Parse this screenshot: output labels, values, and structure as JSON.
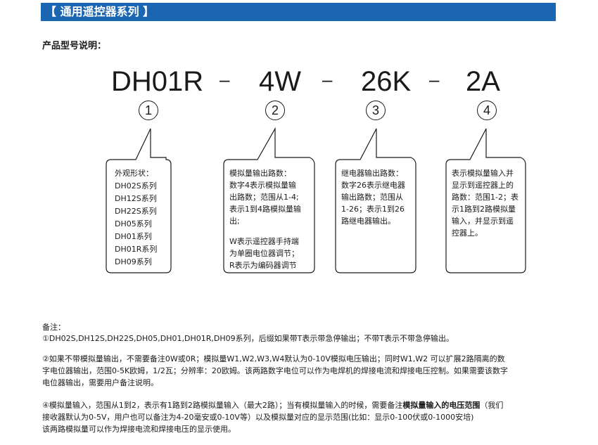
{
  "banner": {
    "title": "【 通用遥控器系列 】"
  },
  "subtitle": "产品型号说明：",
  "model": {
    "parts": [
      "DH01R",
      "4W",
      "26K",
      "2A"
    ],
    "separator": "–",
    "markers": [
      "①",
      "②",
      "③",
      "④"
    ]
  },
  "boxes": [
    {
      "lines": [
        "外观形状：",
        "DH02S系列",
        "DH12S系列",
        "DH22S系列",
        "DH05系列",
        "DH01系列",
        "DH01R系列",
        "DH09系列"
      ]
    },
    {
      "lines": [
        "模拟量输出路数：",
        "数字4表示模拟量输",
        "出路数；范围从1-4;",
        "表示1到4路模拟量输",
        "出;"
      ],
      "lines2": [
        "W表示遥控器手持端",
        "为单圈电位器调节；",
        "R表示为编码器调节"
      ]
    },
    {
      "lines": [
        "继电器输出路数：",
        "数字26表示继电器",
        "输出路数；范围从",
        "1-26；表示1到26",
        "路继电器输出。"
      ]
    },
    {
      "lines": [
        "表示模拟量输入并",
        "显示到遥控器上的",
        "路数：范围1-2；表",
        "示1路到2路模拟量",
        "输入，并显示到遥",
        "控器上。"
      ]
    }
  ],
  "notes": {
    "label": "备注：",
    "n1": "①DH02S,DH12S,DH22S,DH05,DH01,DH01R,DH09系列，后缀如果带T表示带急停输出；不带T表示不带急停输出。",
    "n2a": "②如果不带模拟量输出，不需要备注0W或0R；模拟量W1,W2,W3,W4默认为0-10V模拟电压输出；同时W1,W2 可以扩展2路隔离的数",
    "n2b": "字电位器输出，范围0-5K欧姆，1/2瓦；分辨率：20欧姆。该两路数字电位可以作为电焊机的焊接电流和焊接电压控制。如果需要该数字",
    "n2c": "电位器输出，需要用户备注说明。",
    "n4a_pre": "④模拟量输入，范围从1到2，表示有1路到2路模拟量输入（最大2路）；当有模拟量输入的时候，需要备注",
    "n4a_bold": "模拟量输入的电压范围",
    "n4a_post": "（我们",
    "n4b": "接收器默认为0-5V，用户也可以备注为4-20毫安或0-10V等）以及模拟量对应的显示范围(比如：显示0-100伏或0-1000安培)",
    "n4c": "该两路模拟量可以作为焊接电流和焊接电压的显示使用。"
  }
}
